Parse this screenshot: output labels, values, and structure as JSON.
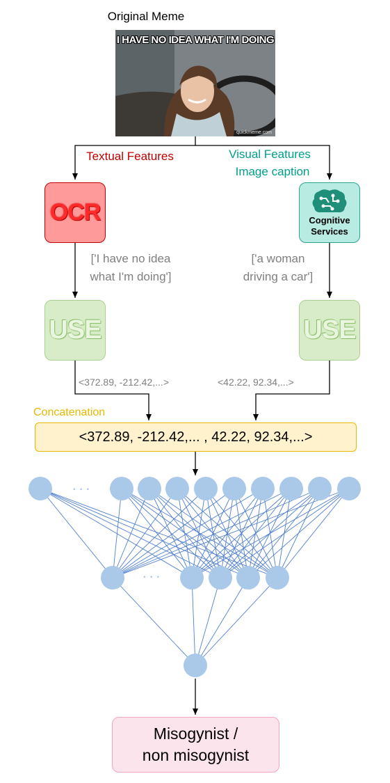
{
  "title": "Original Meme",
  "meme": {
    "caption": "I HAVE NO IDEA WHAT I'M DOING",
    "watermark": "quickmeme.com"
  },
  "left_branch": {
    "label": "Textual Features",
    "box": "OCR",
    "output": [
      "['I have no idea",
      "what I'm doing']"
    ],
    "encoder": "USE",
    "vector": "<372.89, -212.42,...>"
  },
  "right_branch": {
    "label_line1": "Visual Features",
    "label_line2": "Image caption",
    "box_line1": "Cognitive",
    "box_line2": "Services",
    "output": [
      "['a woman",
      "driving a car']"
    ],
    "encoder": "USE",
    "vector": "<42.22, 92.34,...>"
  },
  "concatenation": {
    "label": "Concatenation",
    "vector": "<372.89, -212.42,... , 42.22, 92.34,...>"
  },
  "network": {
    "ellipsis": "· · ·",
    "colors": {
      "node": "#aac8e8",
      "edge": "#4f7fd0"
    }
  },
  "output": {
    "line1": "Misogynist /",
    "line2": "non misogynist"
  }
}
